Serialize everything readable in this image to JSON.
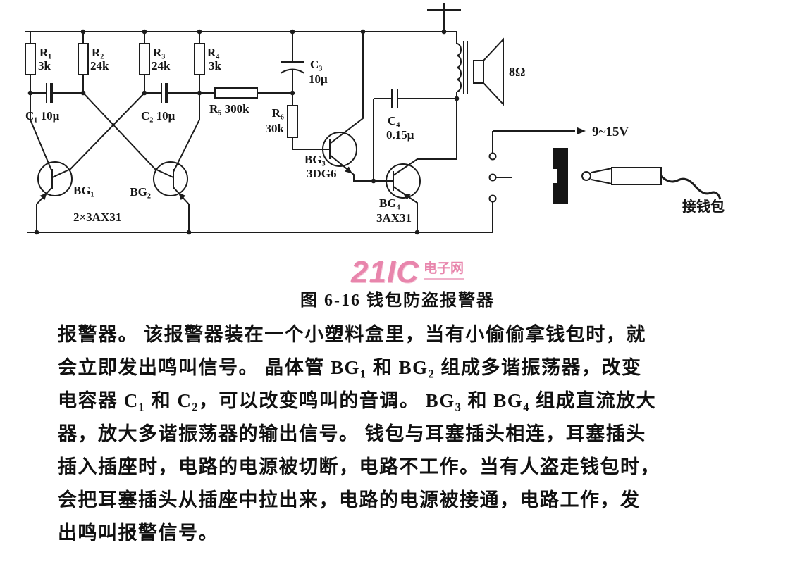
{
  "figure": {
    "caption": "图 6-16  钱包防盗报警器",
    "watermark": {
      "brand": "21IC",
      "site": "电子网",
      "color": "#e4709e"
    }
  },
  "circuit": {
    "components": {
      "r1": {
        "name": "R₁",
        "value": "3k"
      },
      "r2": {
        "name": "R₂",
        "value": "24k"
      },
      "r3": {
        "name": "R₃",
        "value": "24k"
      },
      "r4": {
        "name": "R₄",
        "value": "3k"
      },
      "r5": {
        "name": "R₅ 300k"
      },
      "r6": {
        "name": "R₆",
        "value": "30k"
      },
      "c1": {
        "name": "C₁ 10μ"
      },
      "c2": {
        "name": "C₂ 10μ"
      },
      "c3": {
        "name": "C₃",
        "value": "10μ"
      },
      "c4": {
        "name": "C₄",
        "value": "0.15μ"
      },
      "bg1": {
        "name": "BG₁"
      },
      "bg2": {
        "name": "BG₂"
      },
      "bg12_type": "2×3AX31",
      "bg3": {
        "name": "BG₃",
        "type": "3DG6"
      },
      "bg4": {
        "name": "BG₄",
        "type": "3AX31"
      },
      "speaker": "8Ω",
      "power": "9~15V",
      "plug": "接钱包"
    }
  },
  "paragraph": {
    "lines": [
      "报警器。 该报警器装在一个小塑料盒里，当有小偷偷拿钱包时，就",
      "会立即发出鸣叫信号。 晶体管 BG₁ 和 BG₂ 组成多谐振荡器，改变",
      "电容器 C₁ 和 C₂，可以改变鸣叫的音调。 BG₃ 和 BG₄ 组成直流放大",
      "器，放大多谐振荡器的输出信号。 钱包与耳塞插头相连，耳塞插头",
      "插入插座时，电路的电源被切断，电路不工作。当有人盗走钱包时，",
      "会把耳塞插头从插座中拉出来，电路的电源被接通，电路工作，发",
      "出鸣叫报警信号。"
    ]
  }
}
